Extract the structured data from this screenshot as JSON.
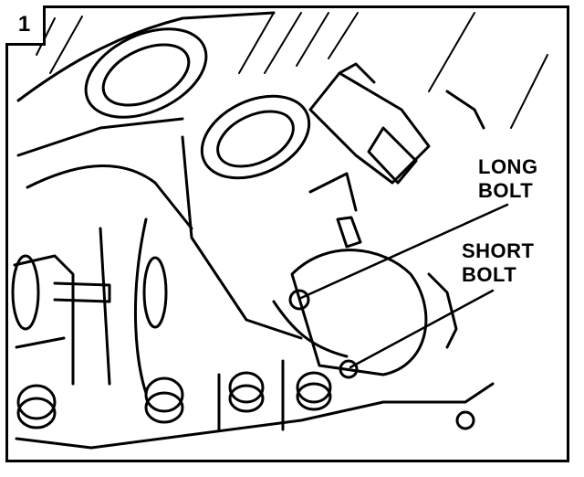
{
  "figure": {
    "step_number": "1",
    "callouts": {
      "long_bolt": [
        "LONG",
        "BOLT"
      ],
      "short_bolt": [
        "SHORT",
        "BOLT"
      ]
    }
  },
  "colors": {
    "ink": "#000000",
    "paper": "#ffffff"
  }
}
